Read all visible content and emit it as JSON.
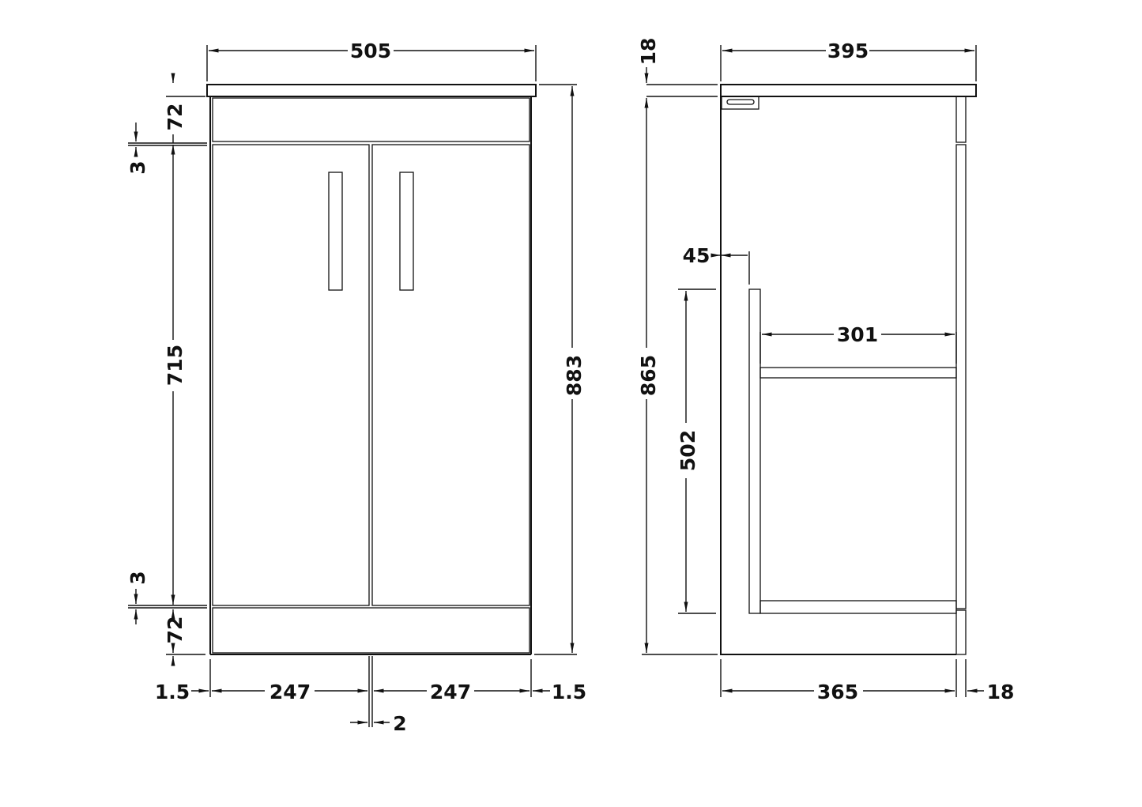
{
  "front_view": {
    "overall_width": "505",
    "overall_height": "883",
    "top_rail_height": "72",
    "top_gap": "3",
    "door_height": "715",
    "bottom_gap": "3",
    "plinth_height": "72",
    "left_edge": "1.5",
    "left_door_width": "247",
    "right_door_width": "247",
    "right_edge": "1.5",
    "door_gap": "2"
  },
  "side_view": {
    "worktop_thickness": "18",
    "overall_depth": "395",
    "carcass_height": "865",
    "inset": "45",
    "shelf_depth": "301",
    "internal_height": "502",
    "carcass_depth": "365",
    "door_thickness": "18"
  },
  "colors": {
    "line": "#111111",
    "background": "#ffffff"
  }
}
